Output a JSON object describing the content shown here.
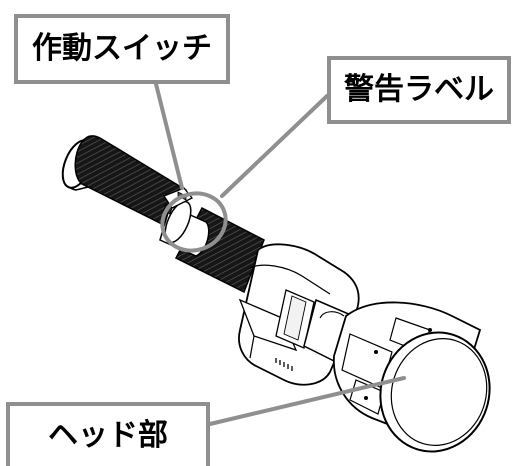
{
  "callouts": {
    "switch_label": "作動スイッチ",
    "warning_label": "警告ラベル",
    "head_label": "ヘッド部"
  },
  "colors": {
    "callout_border": "#8f8f8f",
    "line_art": "#000000",
    "background": "#ffffff"
  }
}
